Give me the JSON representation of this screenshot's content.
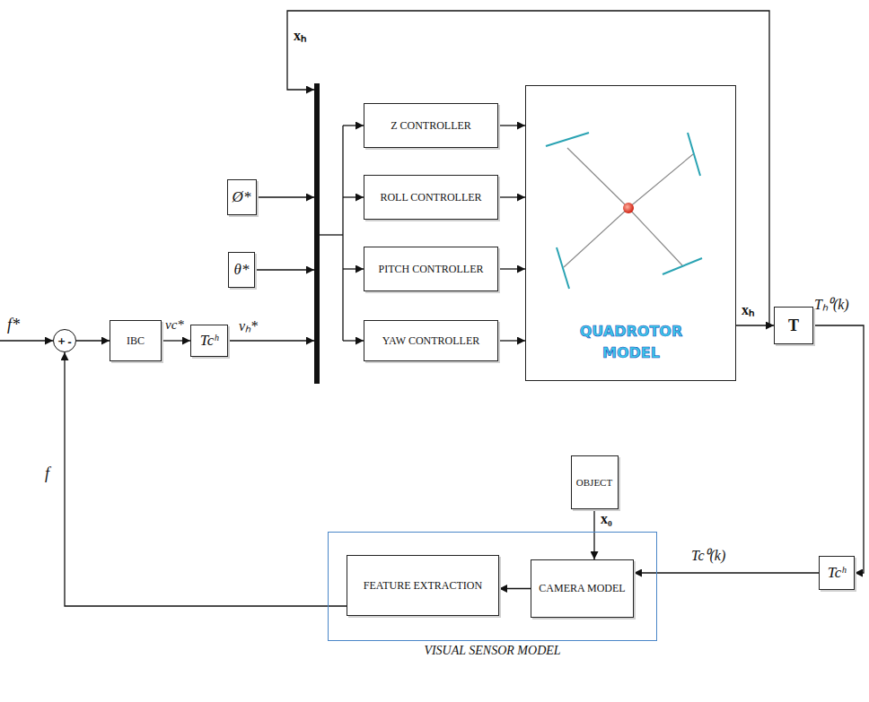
{
  "diagram": {
    "nodes": [
      {
        "text": [
          "+",
          "-"
        ]
      },
      {
        "text": [
          "IBC"
        ]
      },
      {
        "text": [
          "Tcʰ"
        ]
      },
      {
        "text": [
          "Ø*"
        ]
      },
      {
        "text": [
          "θ*"
        ]
      },
      {
        "text": [
          "Z CONTROLLER"
        ]
      },
      {
        "text": [
          "ROLL CONTROLLER"
        ]
      },
      {
        "text": [
          "PITCH CONTROLLER"
        ]
      },
      {
        "text": [
          "YAW CONTROLLER"
        ]
      },
      {
        "text": [
          "QUADROTOR MODEL"
        ]
      },
      {
        "text": [
          "T"
        ]
      },
      {
        "text": [
          "OBJECT"
        ]
      },
      {
        "text": [
          "VISUAL SENSOR MODEL"
        ]
      },
      {
        "text": [
          "FEATURE EXTRACTION"
        ],
        "in": 12
      },
      {
        "text": [
          "CAMERA MODEL"
        ],
        "in": 12
      },
      {
        "text": [
          "Tcʰ"
        ]
      }
    ],
    "edges": [
      {
        "from": 0,
        "to": 1,
        "arrow": "to"
      },
      {
        "from": 1,
        "to": 2,
        "label": "vc*",
        "arrow": "to"
      },
      {
        "from": 5,
        "to": 9,
        "arrow": "to"
      },
      {
        "from": 6,
        "to": 9,
        "arrow": "to"
      },
      {
        "from": 7,
        "to": 9,
        "arrow": "to"
      },
      {
        "from": 8,
        "to": 9,
        "arrow": "to"
      },
      {
        "from": 9,
        "to": 10,
        "label": "xₕ",
        "arrow": "to"
      },
      {
        "from": 10,
        "to": 15,
        "label": "Tₕ⁰(k)",
        "arrow": "to"
      },
      {
        "from": 15,
        "to": 14,
        "label": "Tc⁰(k)",
        "arrow": "to"
      },
      {
        "from": 11,
        "to": 14,
        "label": "x₀",
        "arrow": "to"
      },
      {
        "from": 14,
        "to": 13,
        "arrow": "to"
      },
      {
        "from": 13,
        "to": 0,
        "label": "f",
        "arrow": "to"
      }
    ],
    "labels": [
      "f*",
      "vₕ*",
      "xₕ"
    ]
  }
}
